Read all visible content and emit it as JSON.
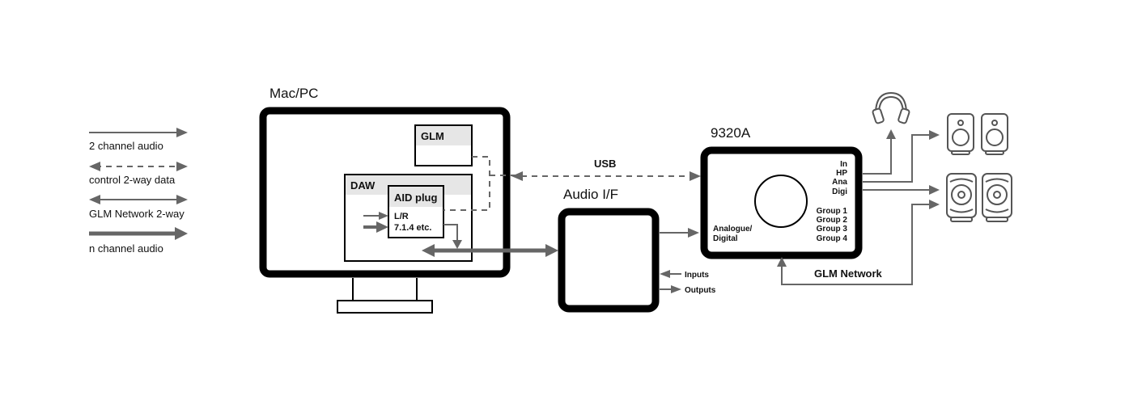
{
  "legend": {
    "items": [
      {
        "label": "2 channel audio",
        "style": "solid-thin-arrow"
      },
      {
        "label": "control 2-way data",
        "style": "dashed-double-arrow"
      },
      {
        "label": "GLM Network 2-way",
        "style": "solid-double-arrow"
      },
      {
        "label": "n channel audio",
        "style": "solid-thick-arrow"
      }
    ]
  },
  "computer": {
    "title": "Mac/PC",
    "glm_label": "GLM",
    "daw_label": "DAW",
    "plugin": {
      "title": "AID plug",
      "line1": "L/R",
      "line2": "7.1.4 etc."
    }
  },
  "usb_label": "USB",
  "audio_if": {
    "title": "Audio I/F",
    "inputs_label": "Inputs",
    "outputs_label": "Outputs"
  },
  "controller": {
    "title": "9320A",
    "ports_top": [
      "In",
      "HP",
      "Ana",
      "Digi"
    ],
    "ports_groups": [
      "Group 1",
      "Group 2",
      "Group 3",
      "Group 4"
    ],
    "input_label_1": "Analogue/",
    "input_label_2": "Digital"
  },
  "glm_network_label": "GLM Network",
  "outputs": {
    "headphones": "headphones-icon",
    "small_speakers": "studio-monitor-icon",
    "large_speakers": "coaxial-monitor-icon"
  },
  "colors": {
    "arrow": "#666666",
    "frame": "#000000",
    "header_fill": "#e6e6e6"
  }
}
